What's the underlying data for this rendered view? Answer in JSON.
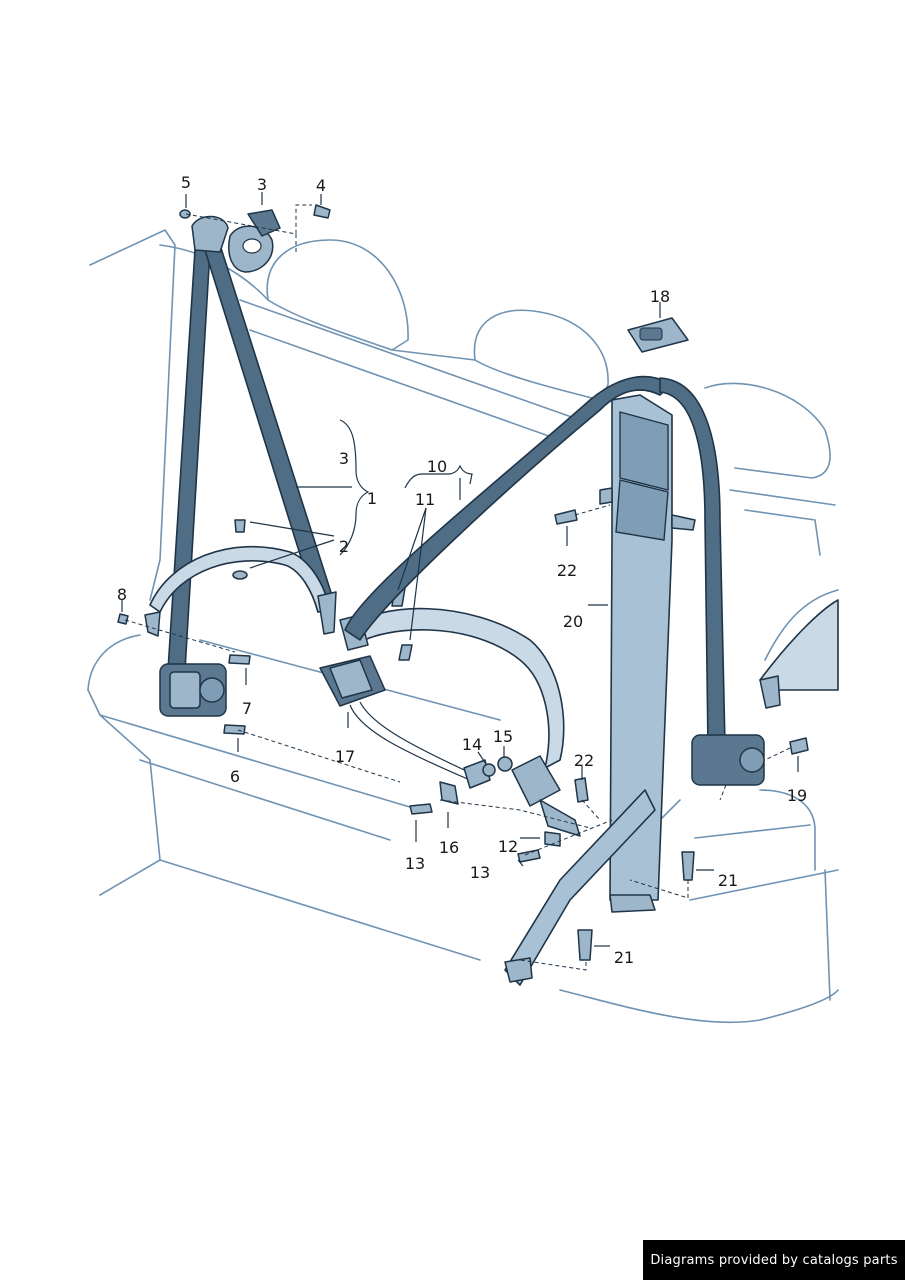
{
  "diagram": {
    "callouts": {
      "c1": "1",
      "c2": "2",
      "c3a": "3",
      "c3b": "3",
      "c4": "4",
      "c5": "5",
      "c6": "6",
      "c7": "7",
      "c8": "8",
      "c10": "10",
      "c11": "11",
      "c12": "12",
      "c13a": "13",
      "c13b": "13",
      "c14": "14",
      "c15": "15",
      "c16": "16",
      "c17": "17",
      "c18": "18",
      "c19": "19",
      "c20": "20",
      "c21a": "21",
      "c21b": "21",
      "c22a": "22",
      "c22b": "22"
    }
  },
  "footer": {
    "credit": "Diagrams provided by catalogs parts"
  }
}
